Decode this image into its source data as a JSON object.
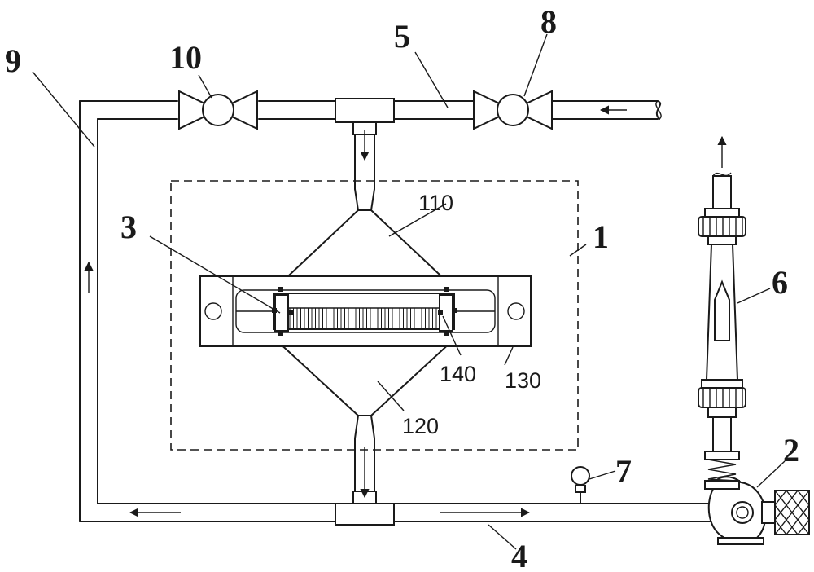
{
  "labels": {
    "l1": "1",
    "l2": "2",
    "l3": "3",
    "l4": "4",
    "l5": "5",
    "l6": "6",
    "l7": "7",
    "l8": "8",
    "l9": "9",
    "l10": "10",
    "l110": "110",
    "l120": "120",
    "l130": "130",
    "l140": "140"
  }
}
